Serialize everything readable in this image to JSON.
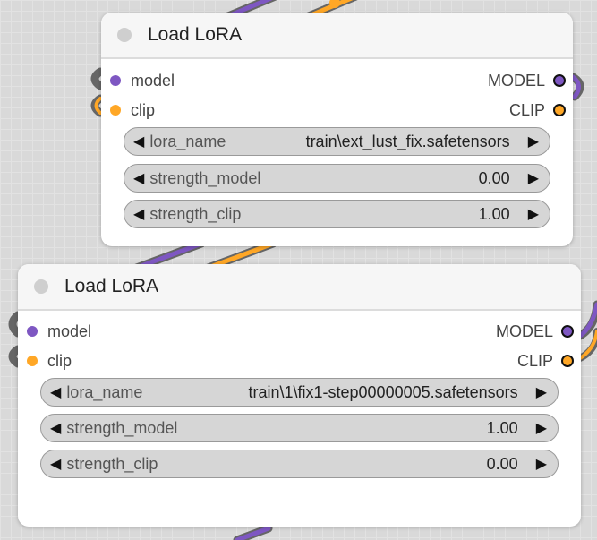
{
  "nodes": [
    {
      "title": "Load LoRA",
      "inputs": [
        "model",
        "clip"
      ],
      "outputs": [
        "MODEL",
        "CLIP"
      ],
      "widgets": [
        {
          "label": "lora_name",
          "value": "train\\ext_lust_fix.safetensors"
        },
        {
          "label": "strength_model",
          "value": "0.00"
        },
        {
          "label": "strength_clip",
          "value": "1.00"
        }
      ]
    },
    {
      "title": "Load LoRA",
      "inputs": [
        "model",
        "clip"
      ],
      "outputs": [
        "MODEL",
        "CLIP"
      ],
      "widgets": [
        {
          "label": "lora_name",
          "value": "train\\1\\fix1-step00000005.safetensors"
        },
        {
          "label": "strength_model",
          "value": "1.00"
        },
        {
          "label": "strength_clip",
          "value": "0.00"
        }
      ]
    }
  ],
  "colors": {
    "model": "#7e57c2",
    "clip": "#ffa726"
  },
  "icons": {
    "left": "◀",
    "right": "▶"
  }
}
